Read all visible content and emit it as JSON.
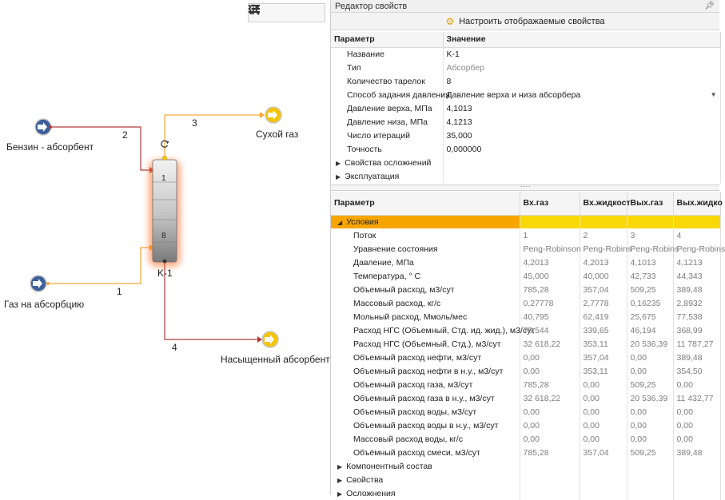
{
  "canvas": {
    "toolbar": [
      "list-icon",
      "zoom-in-icon",
      "zoom-out-icon",
      "fit-icon"
    ],
    "nodes": {
      "benzine": "Бензин - абсорбент",
      "gas_in": "Газ на абсорбцию",
      "dry_gas": "Сухой газ",
      "saturated": "Насыщенный абсорбент",
      "column": "K-1",
      "tray_top": "1",
      "tray_bottom": "8"
    },
    "streams": {
      "s1": "1",
      "s2": "2",
      "s3": "3",
      "s4": "4"
    },
    "colors": {
      "feed_line": "#f2a63a",
      "product_line": "#b23a3a",
      "node_blue": "#3d5f9a",
      "node_yellow": "#f5c400",
      "column_glow": "#ff6a1a"
    }
  },
  "panel": {
    "title": "Редактор свойств",
    "pin": "ᵖ",
    "configure_label": "Настроить отображаемые свойства",
    "props": {
      "headers": [
        "Параметр",
        "Значение"
      ],
      "rows": [
        {
          "name": "Название",
          "value": "K-1"
        },
        {
          "name": "Тип",
          "value": "Абсорбер"
        },
        {
          "name": "Количество тарелок",
          "value": "8"
        },
        {
          "name": "Способ задания давления",
          "value": "Давление верха и низа абсорбера"
        },
        {
          "name": "Давление верха, МПа",
          "value": "4,1013"
        },
        {
          "name": "Давление низа, МПа",
          "value": "4,1213"
        },
        {
          "name": "Число итераций",
          "value": "35,000"
        },
        {
          "name": "Точность",
          "value": "0,000000"
        }
      ],
      "groups": [
        "Свойства осложнений",
        "Эксплуатация"
      ]
    },
    "splitter": "····",
    "streams": {
      "headers": [
        "Параметр",
        "Вх.газ",
        "Вх.жидкост",
        "Вых.газ",
        "Вых.жидко"
      ],
      "conditions_label": "Условия",
      "rows": [
        {
          "name": "Поток",
          "v": [
            "1",
            "2",
            "3",
            "4"
          ]
        },
        {
          "name": "Уравнение состояния",
          "v": [
            "Peng-Robinson",
            "Peng-Robins",
            "Peng-Robins",
            "Peng-Robins"
          ]
        },
        {
          "name": "Давление, МПа",
          "v": [
            "4,2013",
            "4,2013",
            "4,1013",
            "4,1213"
          ]
        },
        {
          "name": "Температура, ° C",
          "v": [
            "45,000",
            "40,000",
            "42,733",
            "44,343"
          ]
        },
        {
          "name": "Объемный расход, м3/сут",
          "v": [
            "785,28",
            "357,04",
            "509,25",
            "389,48"
          ]
        },
        {
          "name": "Массовый расход, кг/с",
          "v": [
            "0,27778",
            "2,7778",
            "0,16235",
            "2,8932"
          ]
        },
        {
          "name": "Мольный расход, Ммоль/мес",
          "v": [
            "40,795",
            "62,419",
            "25,675",
            "77,538"
          ]
        },
        {
          "name": "Расход НГС (Объемный, Стд. ид. жид.), м3/сут",
          "v": [
            "75,544",
            "339,65",
            "46,194",
            "368,99"
          ]
        },
        {
          "name": "Расход НГС (Объемный, Стд.), м3/сут",
          "v": [
            "32 618,22",
            "353,11",
            "20 536,39",
            "11 787,27"
          ]
        },
        {
          "name": "Объемный расход нефти, м3/сут",
          "v": [
            "0,00",
            "357,04",
            "0,00",
            "389,48"
          ]
        },
        {
          "name": "Объемный расход нефти в н.у., м3/сут",
          "v": [
            "0,00",
            "353,11",
            "0,00",
            "354,50"
          ]
        },
        {
          "name": "Объемный расход газа, м3/сут",
          "v": [
            "785,28",
            "0,00",
            "509,25",
            "0,00"
          ]
        },
        {
          "name": "Объемный расход газа в н.у., м3/сут",
          "v": [
            "32 618,22",
            "0,00",
            "20 536,39",
            "11 432,77"
          ]
        },
        {
          "name": "Объемный расход воды, м3/сут",
          "v": [
            "0,00",
            "0,00",
            "0,00",
            "0,00"
          ]
        },
        {
          "name": "Объемный расход воды в н.у., м3/сут",
          "v": [
            "0,00",
            "0,00",
            "0,00",
            "0,00"
          ]
        },
        {
          "name": "Массовый расход воды, кг/с",
          "v": [
            "0,00",
            "0,00",
            "0,00",
            "0,00"
          ]
        },
        {
          "name": "Объёмный расход смеси, м3/сут",
          "v": [
            "785,28",
            "357,04",
            "509,25",
            "389,48"
          ]
        }
      ],
      "groups": [
        "Компонентный состав",
        "Свойства",
        "Осложнения"
      ]
    }
  }
}
